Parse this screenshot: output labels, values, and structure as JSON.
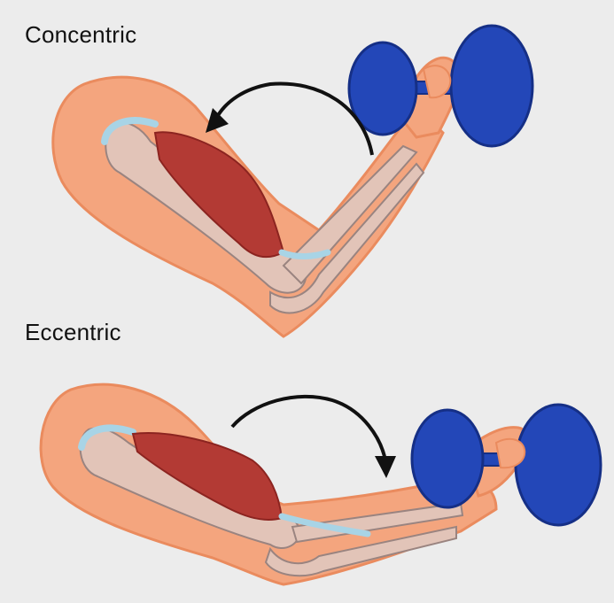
{
  "panels": [
    {
      "label": "Concentric",
      "motion": "flexion"
    },
    {
      "label": "Eccentric",
      "motion": "extension"
    }
  ],
  "colors": {
    "background": "#ececec",
    "skin": "#f4a57e",
    "skin_outline": "#ea8b5e",
    "bone": "#e2c4b8",
    "bone_outline": "#9a8480",
    "muscle": "#b33a34",
    "muscle_dark": "#8c2420",
    "tendon": "#a8d4e6",
    "dumbbell": "#2347b8",
    "dumbbell_dark": "#152f86",
    "arrow": "#111111"
  }
}
